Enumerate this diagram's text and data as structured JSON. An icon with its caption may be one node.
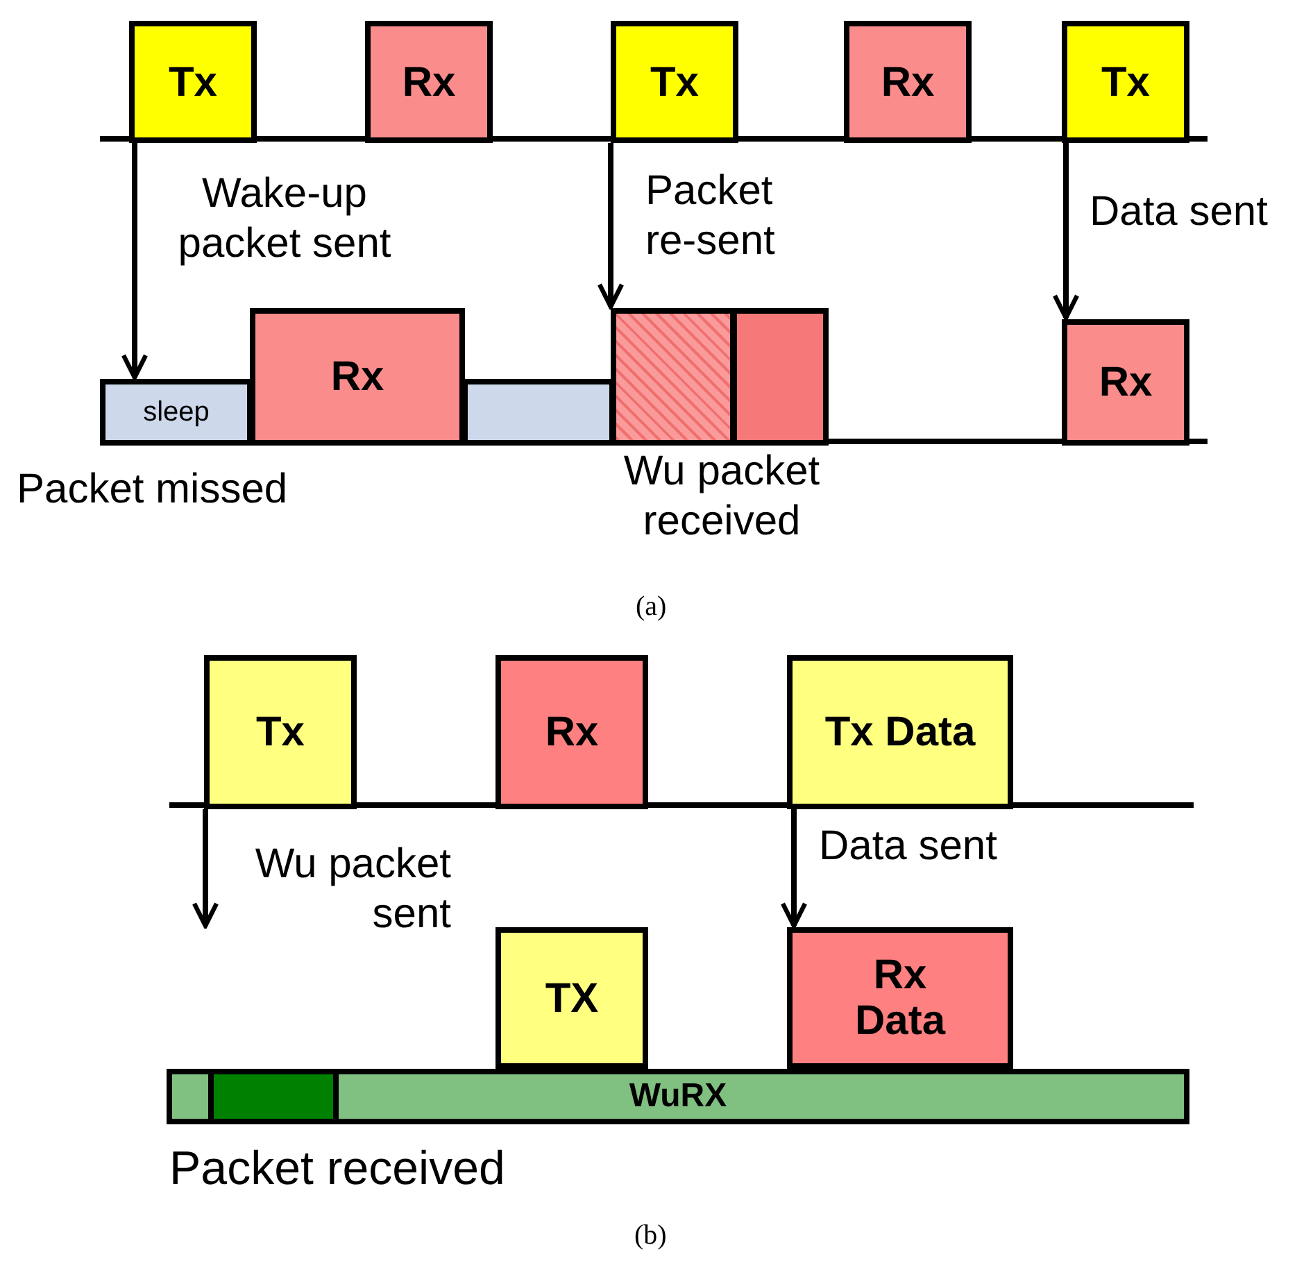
{
  "diagram": {
    "nodes": [
      {
        "text": [
          "Tx"
        ]
      },
      {
        "text": [
          "Rx"
        ]
      },
      {
        "text": [
          "Tx"
        ]
      },
      {
        "text": [
          "Rx"
        ]
      },
      {
        "text": [
          "Tx"
        ]
      },
      {
        "text": [
          "sleep"
        ]
      },
      {
        "text": [
          "Rx"
        ]
      },
      {
        "text": [],
        "shape": "box"
      },
      {
        "text": [],
        "shape": "box"
      },
      {
        "text": [],
        "shape": "box"
      },
      {
        "text": [
          "Rx"
        ]
      },
      {
        "text": [
          "Tx"
        ]
      },
      {
        "text": [
          "Rx"
        ]
      },
      {
        "text": [
          "Tx Data"
        ]
      },
      {
        "text": [
          "TX"
        ]
      },
      {
        "text": [
          "Rx Data"
        ]
      },
      {
        "text": [
          "WuRX"
        ]
      },
      {
        "text": [],
        "shape": "bar",
        "in": 16
      }
    ],
    "edges": [
      {
        "from": 0,
        "to": 5,
        "arrow": "to",
        "label": "Wake-up packet sent"
      },
      {
        "from": 2,
        "to": 8,
        "arrow": "to",
        "label": "Packet re-sent"
      },
      {
        "from": 4,
        "to": 10,
        "arrow": "to",
        "label": "Data sent"
      },
      {
        "from": 11,
        "to": null,
        "arrow": "to",
        "label": "Wu packet sent"
      },
      {
        "from": 13,
        "to": 15,
        "arrow": "to",
        "label": "Data sent"
      }
    ],
    "labels": [
      "Packet missed",
      "Wu packet received",
      "(a)",
      "Packet received",
      "(b)"
    ]
  }
}
